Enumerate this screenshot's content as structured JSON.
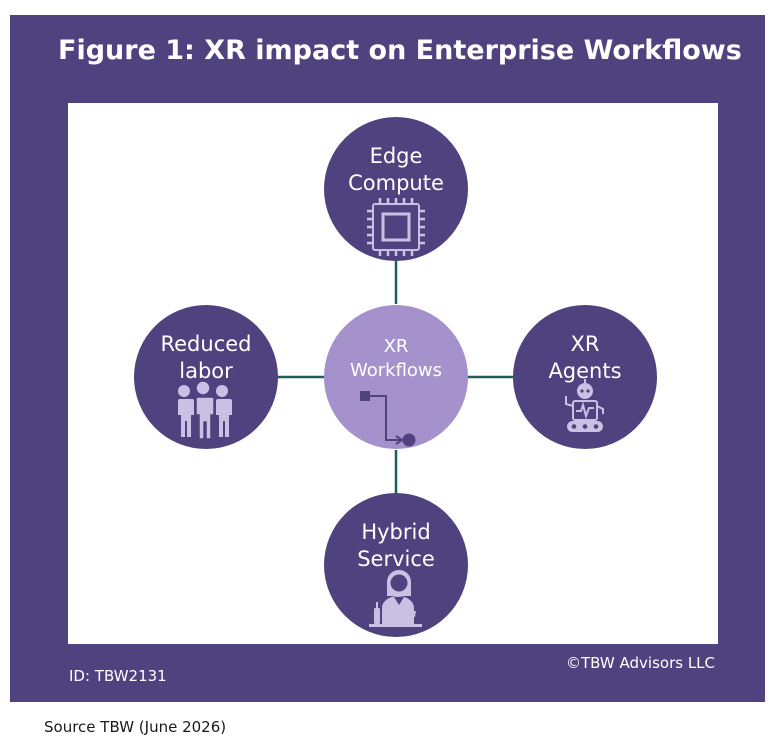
{
  "figure": {
    "title": "Figure 1: XR impact on Enterprise Workflows",
    "id_label": "ID: TBW2131",
    "copyright": "©TBW Advisors LLC",
    "source": "Source TBW (June 2026)"
  },
  "colors": {
    "frame": "#4f427e",
    "node": "#4f427e",
    "center_node": "#a592cc",
    "connector": "#1f5d5a",
    "icon": "#c9c0e3"
  },
  "nodes": {
    "center": {
      "line1": "XR",
      "line2": "Workflows",
      "icon": "workflow-icon"
    },
    "top": {
      "line1": "Edge",
      "line2": "Compute",
      "icon": "chip-icon"
    },
    "left": {
      "line1": "Reduced",
      "line2": "labor",
      "icon": "people-icon"
    },
    "right": {
      "line1": "XR",
      "line2": "Agents",
      "icon": "robot-icon"
    },
    "bottom": {
      "line1": "Hybrid",
      "line2": "Service",
      "icon": "service-person-icon"
    }
  }
}
